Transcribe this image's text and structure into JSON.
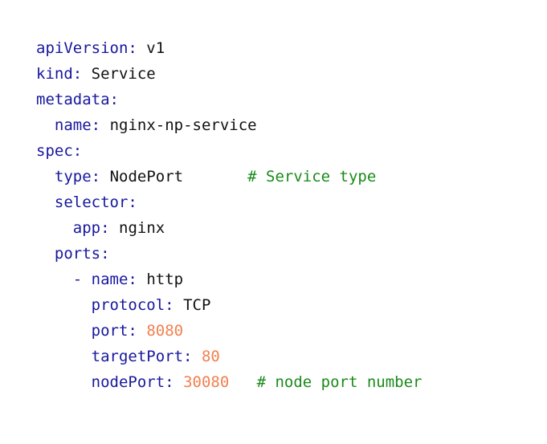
{
  "document": {
    "kind": "yaml-source-listing",
    "language": "YAML",
    "background_color": "#ffffff",
    "colors": {
      "key": "#17179e",
      "value": "#111111",
      "number": "#f2804f",
      "comment": "#1a8a1a",
      "background": "#ffffff"
    },
    "plain_text": "apiVersion: v1\nkind: Service\nmetadata:\n  name: nginx-np-service\nspec:\n  type: NodePort       # Service type\n  selector:\n    app: nginx\n  ports:\n    - name: http\n      protocol: TCP\n      port: 8080\n      targetPort: 80\n      nodePort: 30080   # node port number",
    "lines": [
      {
        "id": "line-apiversion",
        "indent": "",
        "dash": "",
        "key": "apiVersion",
        "colon": ":",
        "space": " ",
        "value": "v1",
        "value_type": "string",
        "comment": ""
      },
      {
        "id": "line-kind",
        "indent": "",
        "dash": "",
        "key": "kind",
        "colon": ":",
        "space": " ",
        "value": "Service",
        "value_type": "string",
        "comment": ""
      },
      {
        "id": "line-metadata",
        "indent": "",
        "dash": "",
        "key": "metadata",
        "colon": ":",
        "space": "",
        "value": "",
        "value_type": "map",
        "comment": ""
      },
      {
        "id": "line-metadata-name",
        "indent": "  ",
        "dash": "",
        "key": "name",
        "colon": ":",
        "space": " ",
        "value": "nginx-np-service",
        "value_type": "string",
        "comment": ""
      },
      {
        "id": "line-spec",
        "indent": "",
        "dash": "",
        "key": "spec",
        "colon": ":",
        "space": "",
        "value": "",
        "value_type": "map",
        "comment": ""
      },
      {
        "id": "line-spec-type",
        "indent": "  ",
        "dash": "",
        "key": "type",
        "colon": ":",
        "space": " ",
        "value": "NodePort",
        "value_type": "string",
        "comment": "       # Service type"
      },
      {
        "id": "line-spec-selector",
        "indent": "  ",
        "dash": "",
        "key": "selector",
        "colon": ":",
        "space": "",
        "value": "",
        "value_type": "map",
        "comment": ""
      },
      {
        "id": "line-selector-app",
        "indent": "    ",
        "dash": "",
        "key": "app",
        "colon": ":",
        "space": " ",
        "value": "nginx",
        "value_type": "string",
        "comment": ""
      },
      {
        "id": "line-spec-ports",
        "indent": "  ",
        "dash": "",
        "key": "ports",
        "colon": ":",
        "space": "",
        "value": "",
        "value_type": "list",
        "comment": ""
      },
      {
        "id": "line-port-name",
        "indent": "    ",
        "dash": "- ",
        "key": "name",
        "colon": ":",
        "space": " ",
        "value": "http",
        "value_type": "string",
        "comment": ""
      },
      {
        "id": "line-port-protocol",
        "indent": "      ",
        "dash": "",
        "key": "protocol",
        "colon": ":",
        "space": " ",
        "value": "TCP",
        "value_type": "string",
        "comment": ""
      },
      {
        "id": "line-port-port",
        "indent": "      ",
        "dash": "",
        "key": "port",
        "colon": ":",
        "space": " ",
        "value": "8080",
        "value_type": "number",
        "comment": ""
      },
      {
        "id": "line-port-targetport",
        "indent": "      ",
        "dash": "",
        "key": "targetPort",
        "colon": ":",
        "space": " ",
        "value": "80",
        "value_type": "number",
        "comment": ""
      },
      {
        "id": "line-port-nodeport",
        "indent": "      ",
        "dash": "",
        "key": "nodePort",
        "colon": ":",
        "space": " ",
        "value": "30080",
        "value_type": "number",
        "comment": "   # node port number"
      }
    ]
  }
}
